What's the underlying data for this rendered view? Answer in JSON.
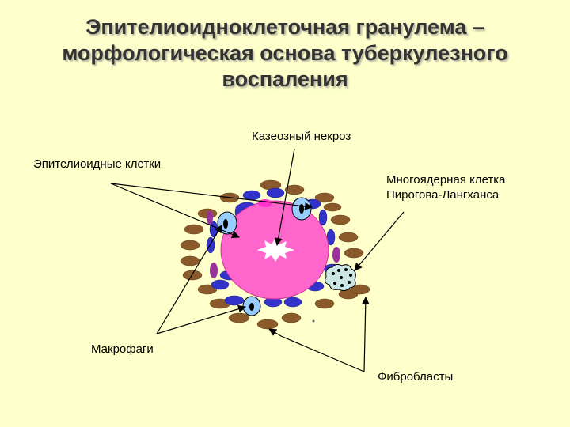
{
  "slide": {
    "title_lines": [
      "Эпителиоидноклеточная гранулема –",
      "морфологическая основа туберкулезного",
      "воспаления"
    ]
  },
  "labels": {
    "necrosis": "Казеозный некроз",
    "epithelioid": "Эпителиоидные клетки",
    "giant_cell_line1": "Многоядерная клетка",
    "giant_cell_line2": "Пирогова-Лангханса",
    "macrophages": "Макрофаги",
    "fibroblasts": "Фибробласты"
  },
  "colors": {
    "background": "#FFFFCC",
    "necrosis_core": "#FF66CC",
    "epithelioid_cell": "#3333CC",
    "fibroblast": "#8B5A2B",
    "macrophage": "#99CCFF",
    "giant_cell": "#CCE5E5"
  }
}
